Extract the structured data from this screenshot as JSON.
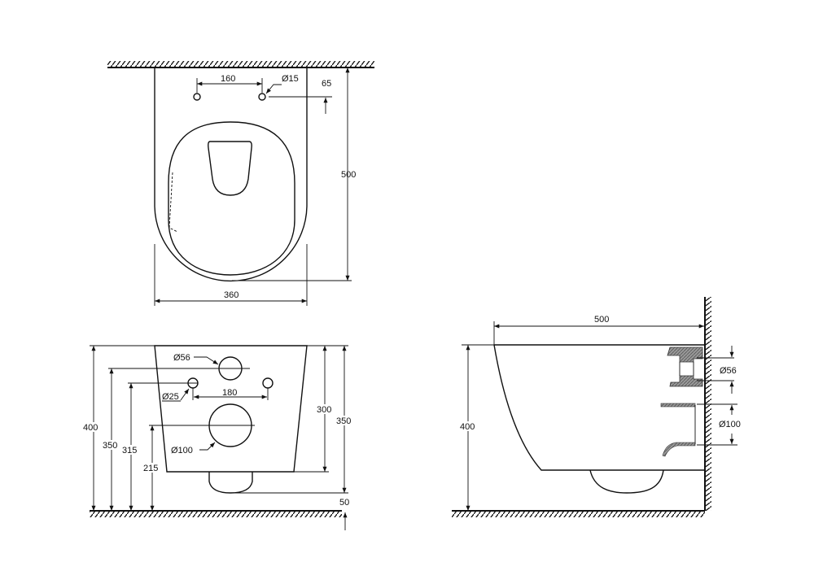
{
  "top_view": {
    "hole_spacing": "160",
    "hole_diameter": "Ø15",
    "hole_height": "65",
    "depth": "500",
    "width": "360"
  },
  "front_view": {
    "outlet_diameter": "Ø56",
    "inlet_diameter": "Ø25",
    "inlet_spacing": "180",
    "waste_diameter": "Ø100",
    "total_height": "400",
    "outlet_height": "350",
    "inlet_height": "315",
    "waste_height": "215",
    "bowl_height": "300",
    "body_height": "350",
    "base_gap": "50"
  },
  "side_view": {
    "depth": "500",
    "height": "400",
    "outlet_diameter": "Ø56",
    "waste_diameter": "Ø100"
  },
  "colors": {
    "line": "#111111",
    "fill": "#808080"
  }
}
